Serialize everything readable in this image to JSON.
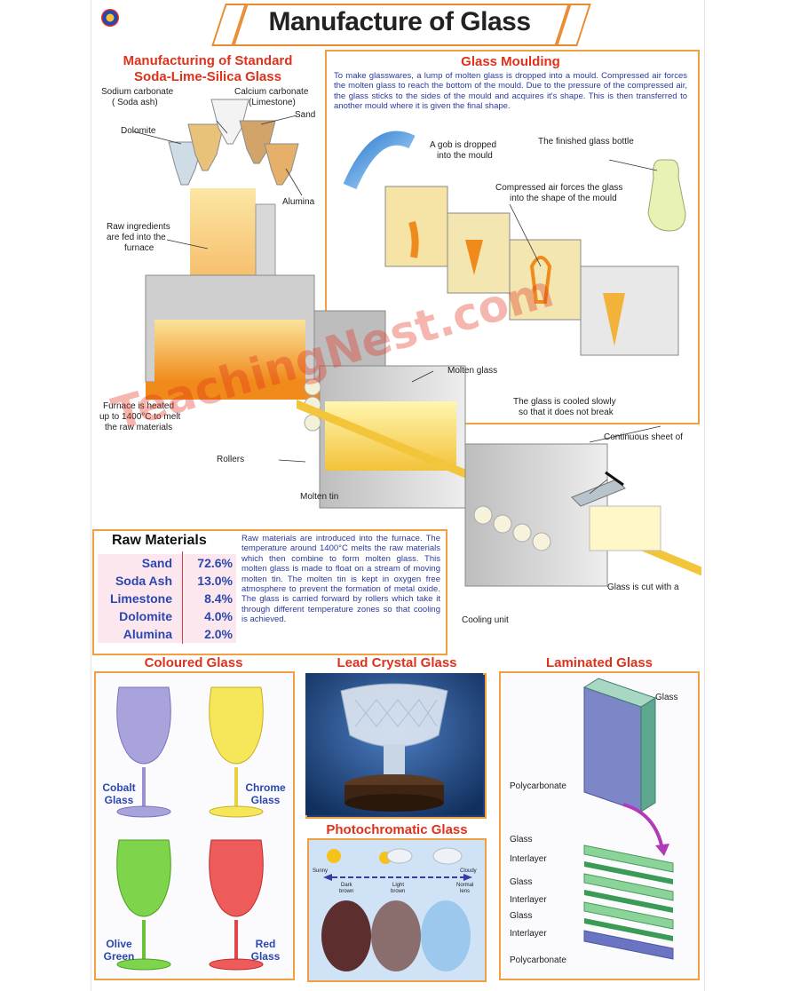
{
  "title": "Manufacture of Glass",
  "sections": {
    "standard": {
      "title_line1": "Manufacturing of Standard",
      "title_line2": "Soda-Lime-Silica Glass"
    },
    "moulding": {
      "title": "Glass Moulding",
      "text": "To make glasswares, a lump of molten glass is dropped into a mould. Compressed air forces the molten glass to reach the bottom of the mould. Due to the pressure of the compressed air, the glass sticks to the sides of the mould and acquires it's shape. This is then transferred to another mould where it is given the final shape."
    },
    "coloured": {
      "title": "Coloured Glass"
    },
    "lead_crystal": {
      "title": "Lead Crystal Glass"
    },
    "laminated": {
      "title": "Laminated Glass"
    },
    "photochromatic": {
      "title": "Photochromatic Glass"
    }
  },
  "labels": {
    "sodium_carbonate": "Sodium carbonate",
    "soda_ash": "( Soda ash)",
    "calcium_carbonate": "Calcium carbonate",
    "limestone": "(Limestone)",
    "sand": "Sand",
    "dolomite": "Dolomite",
    "alumina": "Alumina",
    "raw_fed_1": "Raw ingredients",
    "raw_fed_2": "are fed into the",
    "raw_fed_3": "furnace",
    "gob_1": "A gob is dropped",
    "gob_2": "into the mould",
    "finished_bottle": "The finished glass bottle",
    "compressed_1": "Compressed air forces the glass",
    "compressed_2": "into the shape of the mould",
    "molten_glass": "Molten glass",
    "cooled_1": "The glass is cooled slowly",
    "cooled_2": "so that it does not break",
    "furnace_1": "Furnace is heated",
    "furnace_2": "up to 1400°C to melt",
    "furnace_3": "the raw materials",
    "continuous_sheet": "Continuous sheet of",
    "rollers": "Rollers",
    "molten_tin": "Molten tin",
    "glass_cut": "Glass is cut with a",
    "cooling_unit": "Cooling unit"
  },
  "raw_materials": {
    "title": "Raw Materials",
    "rows": [
      {
        "name": "Sand",
        "value": "72.6%"
      },
      {
        "name": "Soda Ash",
        "value": "13.0%"
      },
      {
        "name": "Limestone",
        "value": "8.4%"
      },
      {
        "name": "Dolomite",
        "value": "4.0%"
      },
      {
        "name": "Alumina",
        "value": "2.0%"
      }
    ],
    "text": "Raw materials are introduced into the furnace. The temperature around 1400°C melts the raw materials which then combine to form molten glass. This molten glass is made to float on a stream of moving molten tin. The molten tin is kept in oxygen free atmosphere to prevent the formation of metal oxide. The glass is carried forward by rollers which take it through different temperature zones so that cooling is achieved."
  },
  "coloured_glass": {
    "cobalt_1": "Cobalt",
    "cobalt_2": "Glass",
    "chrome_1": "Chrome",
    "chrome_2": "Glass",
    "olive_1": "Olive",
    "olive_2": "Green",
    "red_1": "Red",
    "red_2": "Glass"
  },
  "photochromatic": {
    "sunny": "Sunny",
    "cloudy": "Cloudy",
    "dark_1": "Dark",
    "dark_2": "brown",
    "light_1": "Light",
    "light_2": "brown",
    "normal_1": "Normal",
    "normal_2": "lens"
  },
  "laminated": {
    "top_glass": "Glass",
    "top_poly": "Polycarbonate",
    "layers": [
      "Glass",
      "Interlayer",
      "Glass",
      "Interlayer",
      "Glass",
      "Interlayer",
      "Polycarbonate"
    ]
  },
  "watermark": "TeachingNest.com",
  "colors": {
    "accent_orange": "#f0a040",
    "title_red": "#e0311b",
    "text_blue": "#2a47b0"
  }
}
